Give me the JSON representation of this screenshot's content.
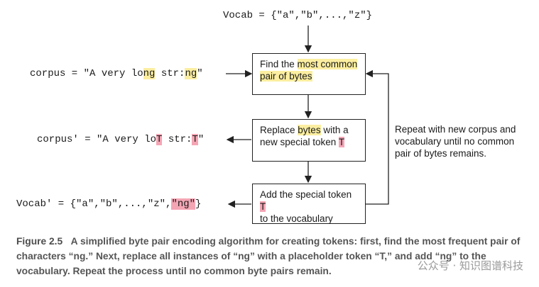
{
  "vocab_top": "Vocab = {\"a\",\"b\",...,\"z\"}",
  "corpus": {
    "prefix": "corpus = \"A very lo",
    "hl1": "ng",
    "mid": " str:",
    "hl2": "ng",
    "suffix": "\""
  },
  "corpus_prime": {
    "prefix": "corpus' = \"A very lo",
    "t1": "T",
    "mid": " str:",
    "t2": "T",
    "suffix": "\""
  },
  "vocab_prime": {
    "prefix": "Vocab' = {\"a\",\"b\",...,\"z\",",
    "ng": "\"ng\"",
    "suffix": "}"
  },
  "box1": {
    "line1": "Find the ",
    "hl_a": "most common",
    "hl_b": "pair of bytes"
  },
  "box2": {
    "line1": "Replace ",
    "hl": "bytes",
    "line1_end": " with a",
    "line2": "new special token ",
    "t": "T"
  },
  "box3": {
    "line1": "Add the special token ",
    "t": "T",
    "line2": "to the vocabulary"
  },
  "note": [
    "Repeat with new corpus and",
    "vocabulary until no common",
    "pair of bytes remains."
  ],
  "caption": {
    "label": "Figure 2.5",
    "text": "A simplified byte pair encoding algorithm for creating tokens: first, find the most frequent pair of characters “ng.” Next, replace all instances of “ng” with a placeholder token “T,” and add “ng” to the vocabulary. Repeat the process until no common byte pairs remain."
  },
  "watermark": "公众号 · 知识图谱科技"
}
